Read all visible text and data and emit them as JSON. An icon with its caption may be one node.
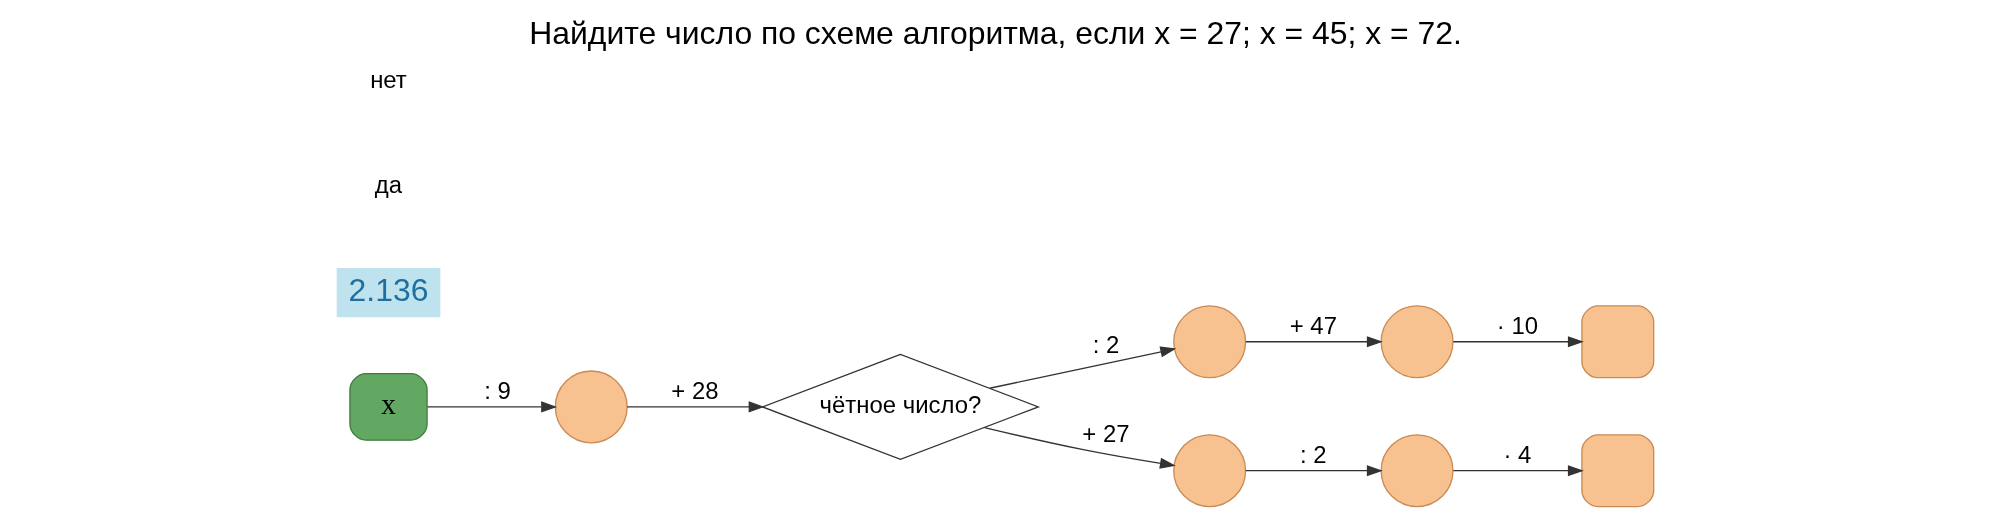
{
  "diagram": {
    "title": "Найдите число по схеме алгоритма, если x = 27; x = 45; x = 72.",
    "nodes": [
      {
        "text": [
          "x"
        ]
      },
      {
        "text": [],
        "shape": "circle"
      },
      {
        "text": [
          "чётное число?"
        ]
      },
      {
        "text": [],
        "shape": "circle"
      },
      {
        "text": [],
        "shape": "circle"
      },
      {
        "text": [],
        "shape": "box"
      },
      {
        "text": [],
        "shape": "circle"
      },
      {
        "text": [],
        "shape": "circle"
      },
      {
        "text": [],
        "shape": "box"
      }
    ],
    "edges": [
      {
        "from": 0,
        "to": 1,
        "arrow": "to",
        "label": ": 9"
      },
      {
        "from": 1,
        "to": 2,
        "arrow": "to",
        "label": "+ 28"
      },
      {
        "from": 2,
        "to": 3,
        "arrow": "to",
        "label": ": 2"
      },
      {
        "from": 3,
        "to": 4,
        "arrow": "to",
        "label": "+ 47"
      },
      {
        "from": 4,
        "to": 5,
        "arrow": "to",
        "label": "· 10"
      },
      {
        "from": 2,
        "to": 6,
        "arrow": "to",
        "label": "+ 27"
      },
      {
        "from": 6,
        "to": 7,
        "arrow": "to",
        "label": ": 2"
      },
      {
        "from": 7,
        "to": 8,
        "arrow": "to",
        "label": "· 4"
      }
    ],
    "labels": [
      "2.136",
      "да",
      "нет"
    ]
  }
}
